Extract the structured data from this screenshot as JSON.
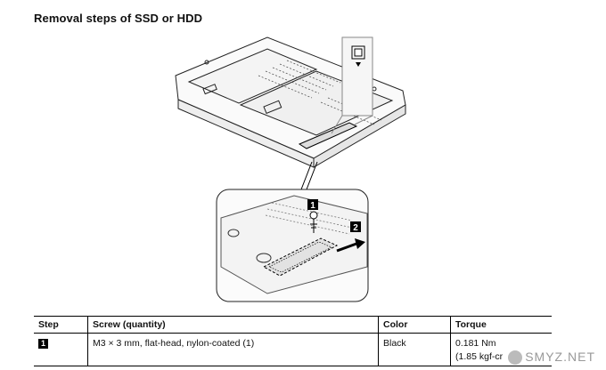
{
  "heading": "Removal steps of SSD or HDD",
  "figure": {
    "callout_1": "1",
    "callout_2": "2"
  },
  "table": {
    "headers": [
      "Step",
      "Screw (quantity)",
      "Color",
      "Torque"
    ],
    "rows": [
      {
        "step": "1",
        "screw": "M3 × 3 mm, flat-head, nylon-coated (1)",
        "color": "Black",
        "torque_line1": "0.181 Nm",
        "torque_line2": "(1.85 kgf-cr"
      }
    ]
  },
  "watermark": "SMYZ.NET"
}
